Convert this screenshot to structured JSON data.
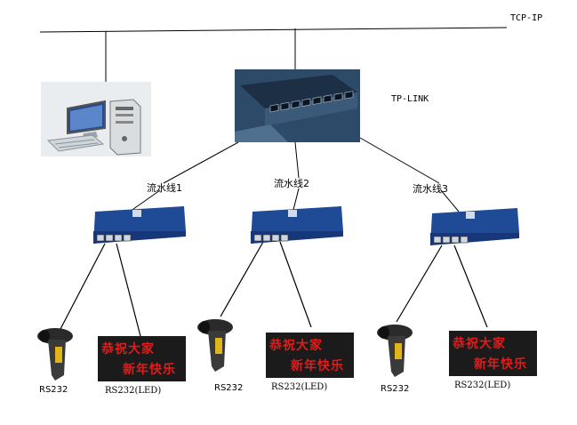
{
  "network": {
    "protocol": "TCP-IP",
    "switch_brand": "TP-LINK"
  },
  "lines": [
    {
      "name": "流水线1",
      "scanner_label": "RS232",
      "led_label": "RS232(LED)",
      "led_line1": "恭祝大家",
      "led_line2": "新年快乐"
    },
    {
      "name": "流水线2",
      "scanner_label": "RS232",
      "led_label": "RS232(LED)",
      "led_line1": "恭祝大家",
      "led_line2": "新年快乐"
    },
    {
      "name": "流水线3",
      "scanner_label": "RS232",
      "led_label": "RS232(LED)",
      "led_line1": "恭祝大家",
      "led_line2": "新年快乐"
    }
  ],
  "colors": {
    "converter_blue": "#1f4a96",
    "switch_body": "#2b4a6a",
    "led_bg": "#1b1b1b",
    "led_text": "#e21b1b",
    "scanner_accent": "#e0b51c"
  }
}
